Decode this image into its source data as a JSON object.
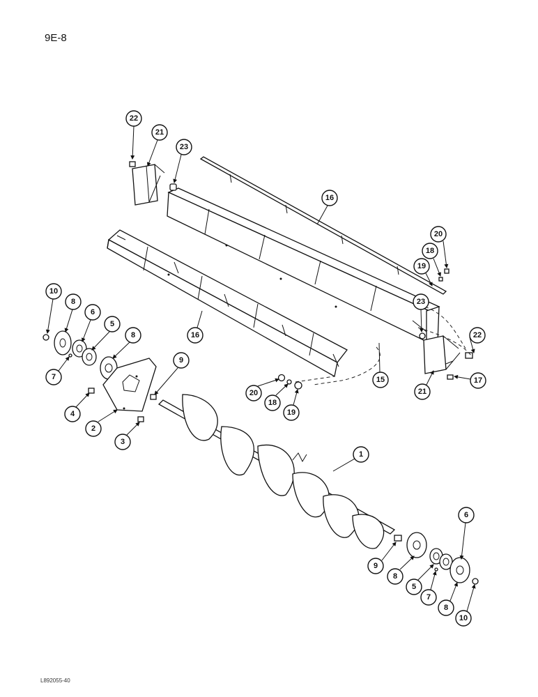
{
  "page": {
    "code": "9E-8",
    "figure_code": "L892055-40"
  },
  "callouts": [
    "1",
    "2",
    "3",
    "4",
    "5",
    "6",
    "7",
    "8",
    "9",
    "10",
    "15",
    "16",
    "17",
    "18",
    "19",
    "20",
    "21",
    "22",
    "23"
  ]
}
